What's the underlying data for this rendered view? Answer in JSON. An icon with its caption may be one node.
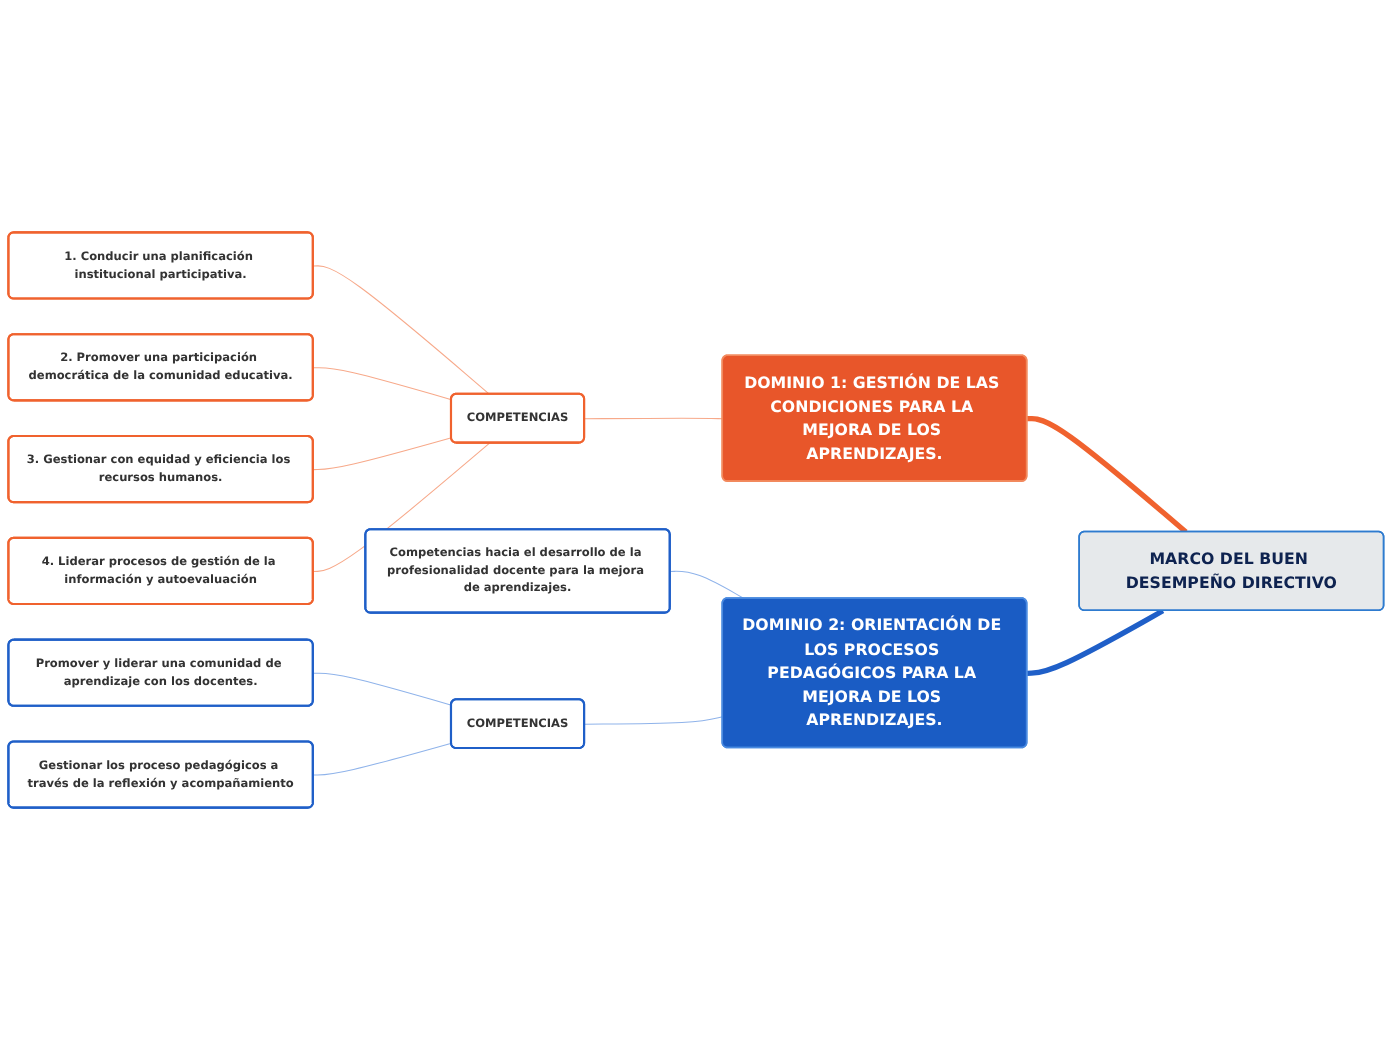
{
  "diagram": {
    "nodes": [
      {
        "text": [
          "MARCO DEL BUEN DESEMPEÑO DIRECTIVO"
        ]
      },
      {
        "text": [
          "DOMINIO 1: GESTIÓN DE LAS CONDICIONES PARA LA MEJORA DE LOS APRENDIZAJES."
        ]
      },
      {
        "text": [
          "COMPETENCIAS"
        ]
      },
      {
        "text": [
          "1. Conducir una planificación institucional participativa."
        ]
      },
      {
        "text": [
          "2. Promover una participación democrática de la comunidad educativa."
        ]
      },
      {
        "text": [
          "3. Gestionar con equidad y eficiencia los recursos humanos."
        ]
      },
      {
        "text": [
          "4. Liderar procesos de gestión de la información y autoevaluación"
        ]
      },
      {
        "text": [
          "DOMINIO 2: ORIENTACIÓN DE LOS PROCESOS PEDAGÓGICOS PARA LA MEJORA DE LOS APRENDIZAJES."
        ]
      },
      {
        "text": [
          "Competencias hacia el desarrollo de la profesionalidad docente para la mejora de aprendizajes."
        ]
      },
      {
        "text": [
          "COMPETENCIAS"
        ]
      },
      {
        "text": [
          "Promover y liderar una comunidad de aprendizaje con los docentes."
        ]
      },
      {
        "text": [
          "Gestionar los proceso pedagógicos a través de la reflexión y acompañamiento"
        ]
      }
    ],
    "edges": [
      {
        "from": 0,
        "to": 1,
        "arrow": "none",
        "style": "thick",
        "color": "#f0622e"
      },
      {
        "from": 1,
        "to": 2,
        "arrow": "none",
        "color": "#f7a98a"
      },
      {
        "from": 2,
        "to": 3,
        "arrow": "none",
        "color": "#f7a98a"
      },
      {
        "from": 2,
        "to": 4,
        "arrow": "none",
        "color": "#f7a98a"
      },
      {
        "from": 2,
        "to": 5,
        "arrow": "none",
        "color": "#f7a98a"
      },
      {
        "from": 2,
        "to": 6,
        "arrow": "none",
        "color": "#f7a98a"
      },
      {
        "from": 0,
        "to": 7,
        "arrow": "none",
        "style": "thick",
        "color": "#1f5fc8"
      },
      {
        "from": 7,
        "to": 8,
        "arrow": "none",
        "color": "#8fb3ea"
      },
      {
        "from": 7,
        "to": 9,
        "arrow": "none",
        "color": "#8fb3ea"
      },
      {
        "from": 9,
        "to": 10,
        "arrow": "none",
        "color": "#8fb3ea"
      },
      {
        "from": 9,
        "to": 11,
        "arrow": "none",
        "color": "#8fb3ea"
      }
    ]
  }
}
